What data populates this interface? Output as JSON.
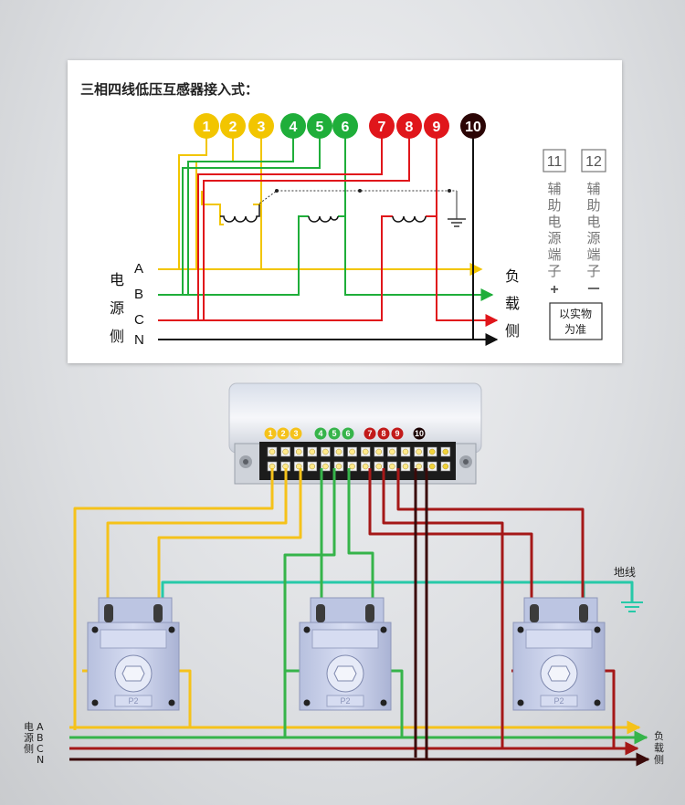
{
  "diagram": {
    "title": "三相四线低压互感器接入式：",
    "terminals": [
      {
        "label": "1",
        "color": "#f2c500"
      },
      {
        "label": "2",
        "color": "#f2c500"
      },
      {
        "label": "3",
        "color": "#f2c500"
      },
      {
        "label": "4",
        "color": "#1fae3a"
      },
      {
        "label": "5",
        "color": "#1fae3a"
      },
      {
        "label": "6",
        "color": "#1fae3a"
      },
      {
        "label": "7",
        "color": "#e0161b"
      },
      {
        "label": "8",
        "color": "#e0161b"
      },
      {
        "label": "9",
        "color": "#e0161b"
      },
      {
        "label": "10",
        "color": "#2b0505"
      }
    ],
    "source_side": [
      "电",
      "源",
      "侧"
    ],
    "load_side": [
      "负",
      "载",
      "侧"
    ],
    "phases": [
      "A",
      "B",
      "C",
      "N"
    ],
    "aux_terminals": [
      {
        "num": "11",
        "label": [
          "辅",
          "助",
          "电",
          "源",
          "端",
          "子"
        ],
        "sign": "+"
      },
      {
        "num": "12",
        "label": [
          "辅",
          "助",
          "电",
          "源",
          "端",
          "子"
        ],
        "sign": "－"
      }
    ],
    "aux_note": [
      "以实物",
      "为准"
    ],
    "colors": {
      "yellow": "#f2c500",
      "green": "#1fae3a",
      "red": "#e0161b",
      "black": "#111111"
    }
  },
  "photo": {
    "meter_terminals": [
      "1",
      "2",
      "3",
      "4",
      "5",
      "6",
      "7",
      "8",
      "9",
      "10"
    ],
    "ground_label": "地线",
    "ct_label": "P2",
    "source_side": [
      "电",
      "源",
      "侧"
    ],
    "load_side": [
      "负",
      "载",
      "侧"
    ],
    "phases": [
      "A",
      "B",
      "C",
      "N"
    ],
    "colors": {
      "yellow": "#f5c21a",
      "green": "#36b44a",
      "red": "#a51818",
      "dark": "#3a0a0a",
      "teal": "#27c9a8"
    }
  }
}
